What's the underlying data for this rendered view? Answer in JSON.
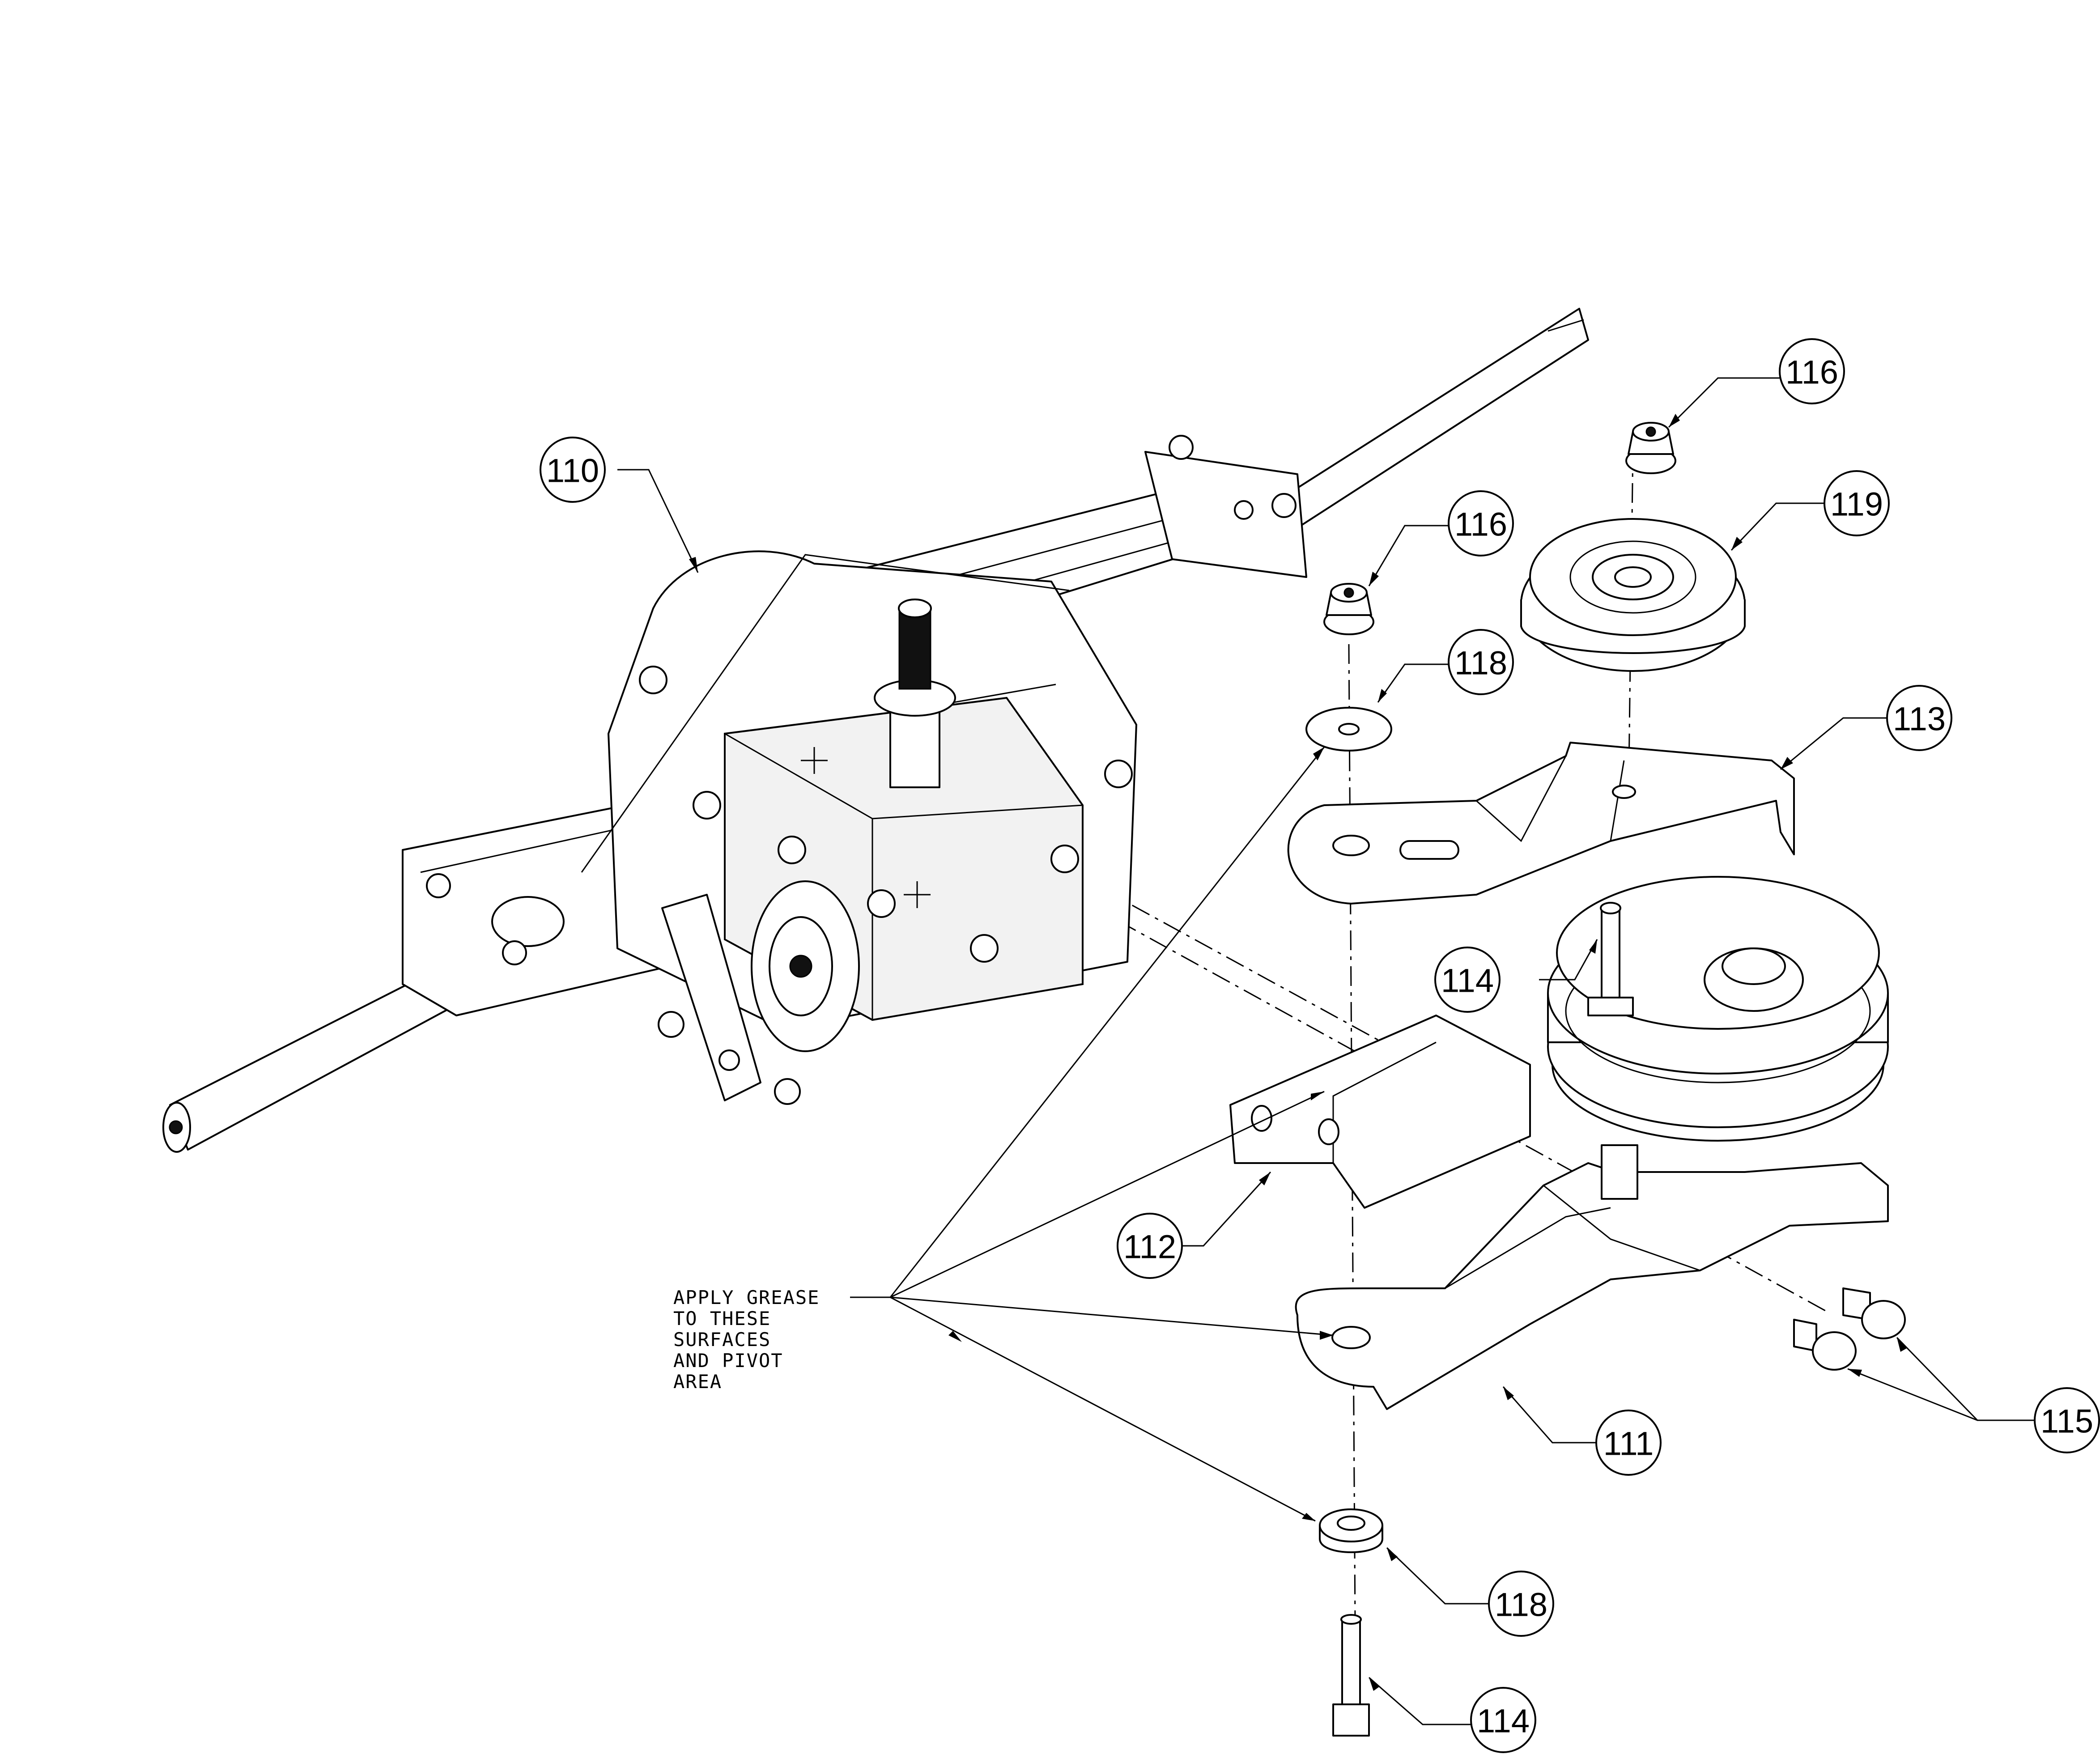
{
  "callouts": {
    "c110": "110",
    "c116a": "116",
    "c116b": "116",
    "c119": "119",
    "c118a": "118",
    "c113": "113",
    "c114a": "114",
    "c112": "112",
    "c111": "111",
    "c115": "115",
    "c118b": "118",
    "c114b": "114"
  },
  "note": {
    "line1": "APPLY GREASE",
    "line2": "TO THESE",
    "line3": "SURFACES",
    "line4": "AND PIVOT",
    "line5": "AREA"
  }
}
